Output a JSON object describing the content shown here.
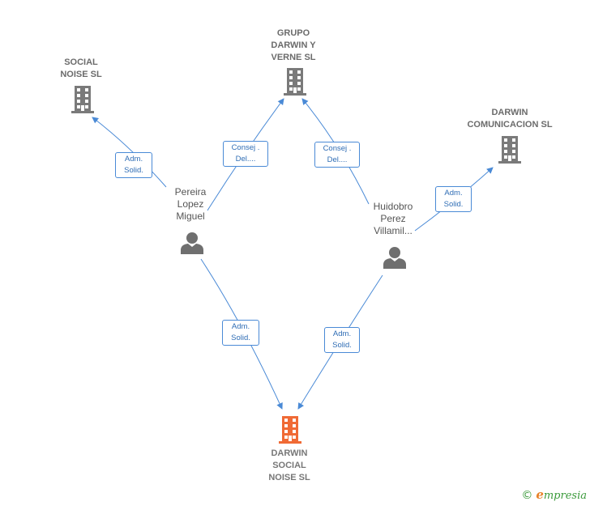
{
  "nodes": {
    "social_noise": {
      "label": "SOCIAL\nNOISE  SL"
    },
    "grupo_darwin": {
      "label": "GRUPO\nDARWIN Y\nVERNE  SL"
    },
    "darwin_comunicacion": {
      "label": "DARWIN\nCOMUNICACION SL"
    },
    "darwin_social_noise": {
      "label": "DARWIN\nSOCIAL\nNOISE  SL"
    },
    "pereira": {
      "label": "Pereira\nLopez\nMiguel"
    },
    "huidobro": {
      "label": "Huidobro\nPerez\nVillamil..."
    }
  },
  "relations": {
    "pereira_social": "Adm.\nSolid.",
    "pereira_grupo": "Consej .\nDel....",
    "huidobro_grupo": "Consej .\nDel....",
    "huidobro_comunicacion": "Adm.\nSolid.",
    "pereira_main": "Adm.\nSolid.",
    "huidobro_main": "Adm.\nSolid."
  },
  "colors": {
    "company": "#7a7a7a",
    "main_company": "#f06a35",
    "person": "#6f6f6f",
    "edge": "#4a8ad6"
  },
  "footer": {
    "copyright": "©",
    "brand_initial": "e",
    "brand_rest": "mpresia"
  }
}
